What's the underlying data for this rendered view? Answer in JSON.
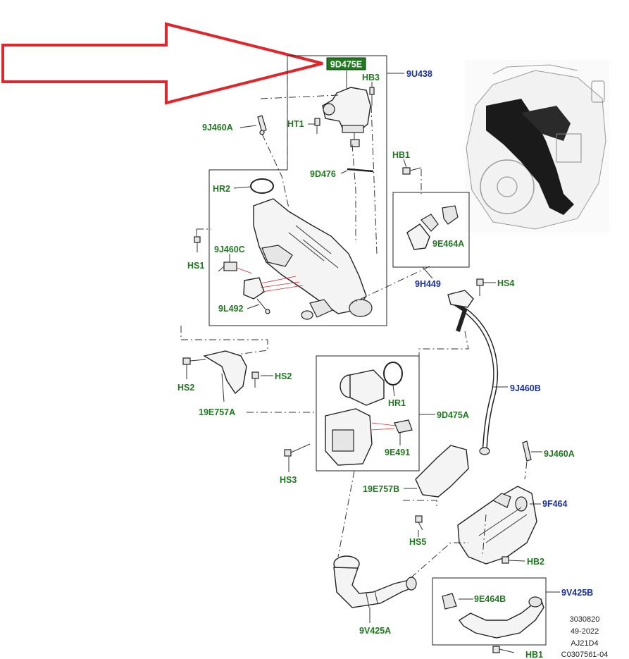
{
  "labels": {
    "highlighted": "9D475E",
    "hb3": "HB3",
    "9u438": "9U438",
    "9j460a_top": "9J460A",
    "ht1": "HT1",
    "hb1": "HB1",
    "9d476": "9D476",
    "hr2": "HR2",
    "9j460c": "9J460C",
    "hs1": "HS1",
    "9l492": "9L492",
    "9e464a": "9E464A",
    "9h449": "9H449",
    "hs4": "HS4",
    "hs2_left": "HS2",
    "hs2_right": "HS2",
    "19e757a": "19E757A",
    "hr1": "HR1",
    "9d475a": "9D475A",
    "9e491": "9E491",
    "hs3": "HS3",
    "9j460b": "9J460B",
    "9j460a_right": "9J460A",
    "19e757b": "19E757B",
    "9f464": "9F464",
    "hs5": "HS5",
    "hb2": "HB2",
    "9v425b": "9V425B",
    "9e464b": "9E464B",
    "9v425a": "9V425A",
    "hb1_bottom": "HB1"
  },
  "footer": {
    "line1": "3030820",
    "line2": "49-2022",
    "line3": "AJ21D4",
    "line4": "C0307561-04"
  },
  "colors": {
    "arrow": "#e0262b",
    "green_label": "#1f7a1f",
    "blue_label": "#1a2f9e",
    "highlight_box": "#1f7a1f"
  }
}
